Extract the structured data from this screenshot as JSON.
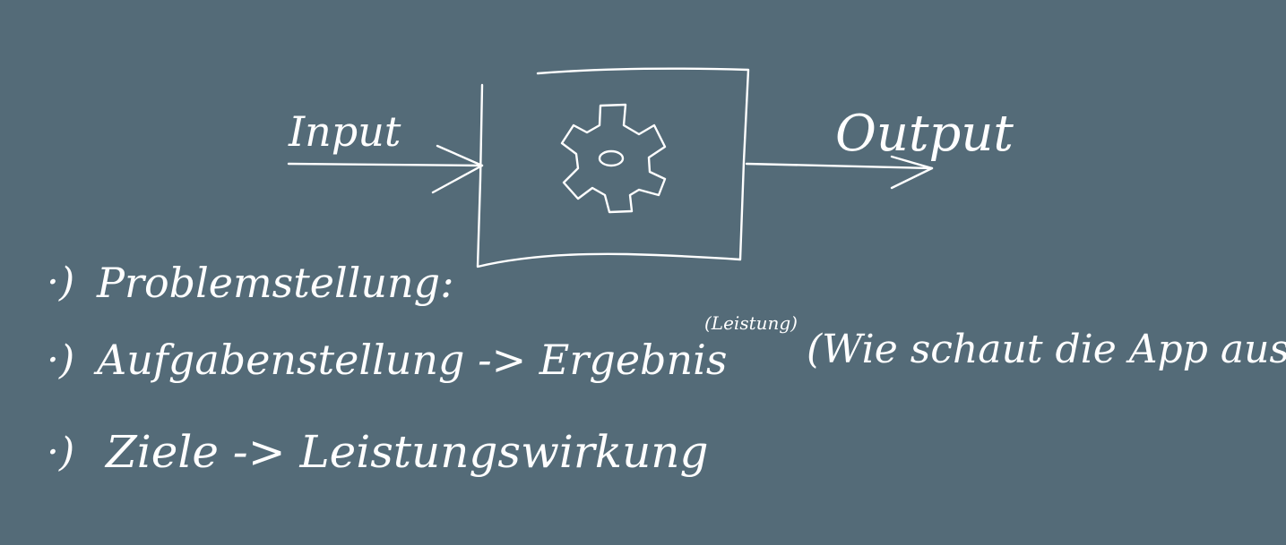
{
  "diagram": {
    "input_label": "Input",
    "output_label": "Output",
    "process_icon": "gear-icon"
  },
  "notes": [
    {
      "bullet": "·)",
      "text": "Problemstellung:"
    },
    {
      "bullet": "·)",
      "text": "Aufgabenstellung  ->  Ergebnis",
      "superscript": "(Leistung)",
      "aside": "(Wie schaut die App aus?)"
    },
    {
      "bullet": "·)",
      "text": "Ziele  ->  Leistungswirkung"
    }
  ],
  "colors": {
    "background": "#546b78",
    "ink": "#ffffff"
  }
}
